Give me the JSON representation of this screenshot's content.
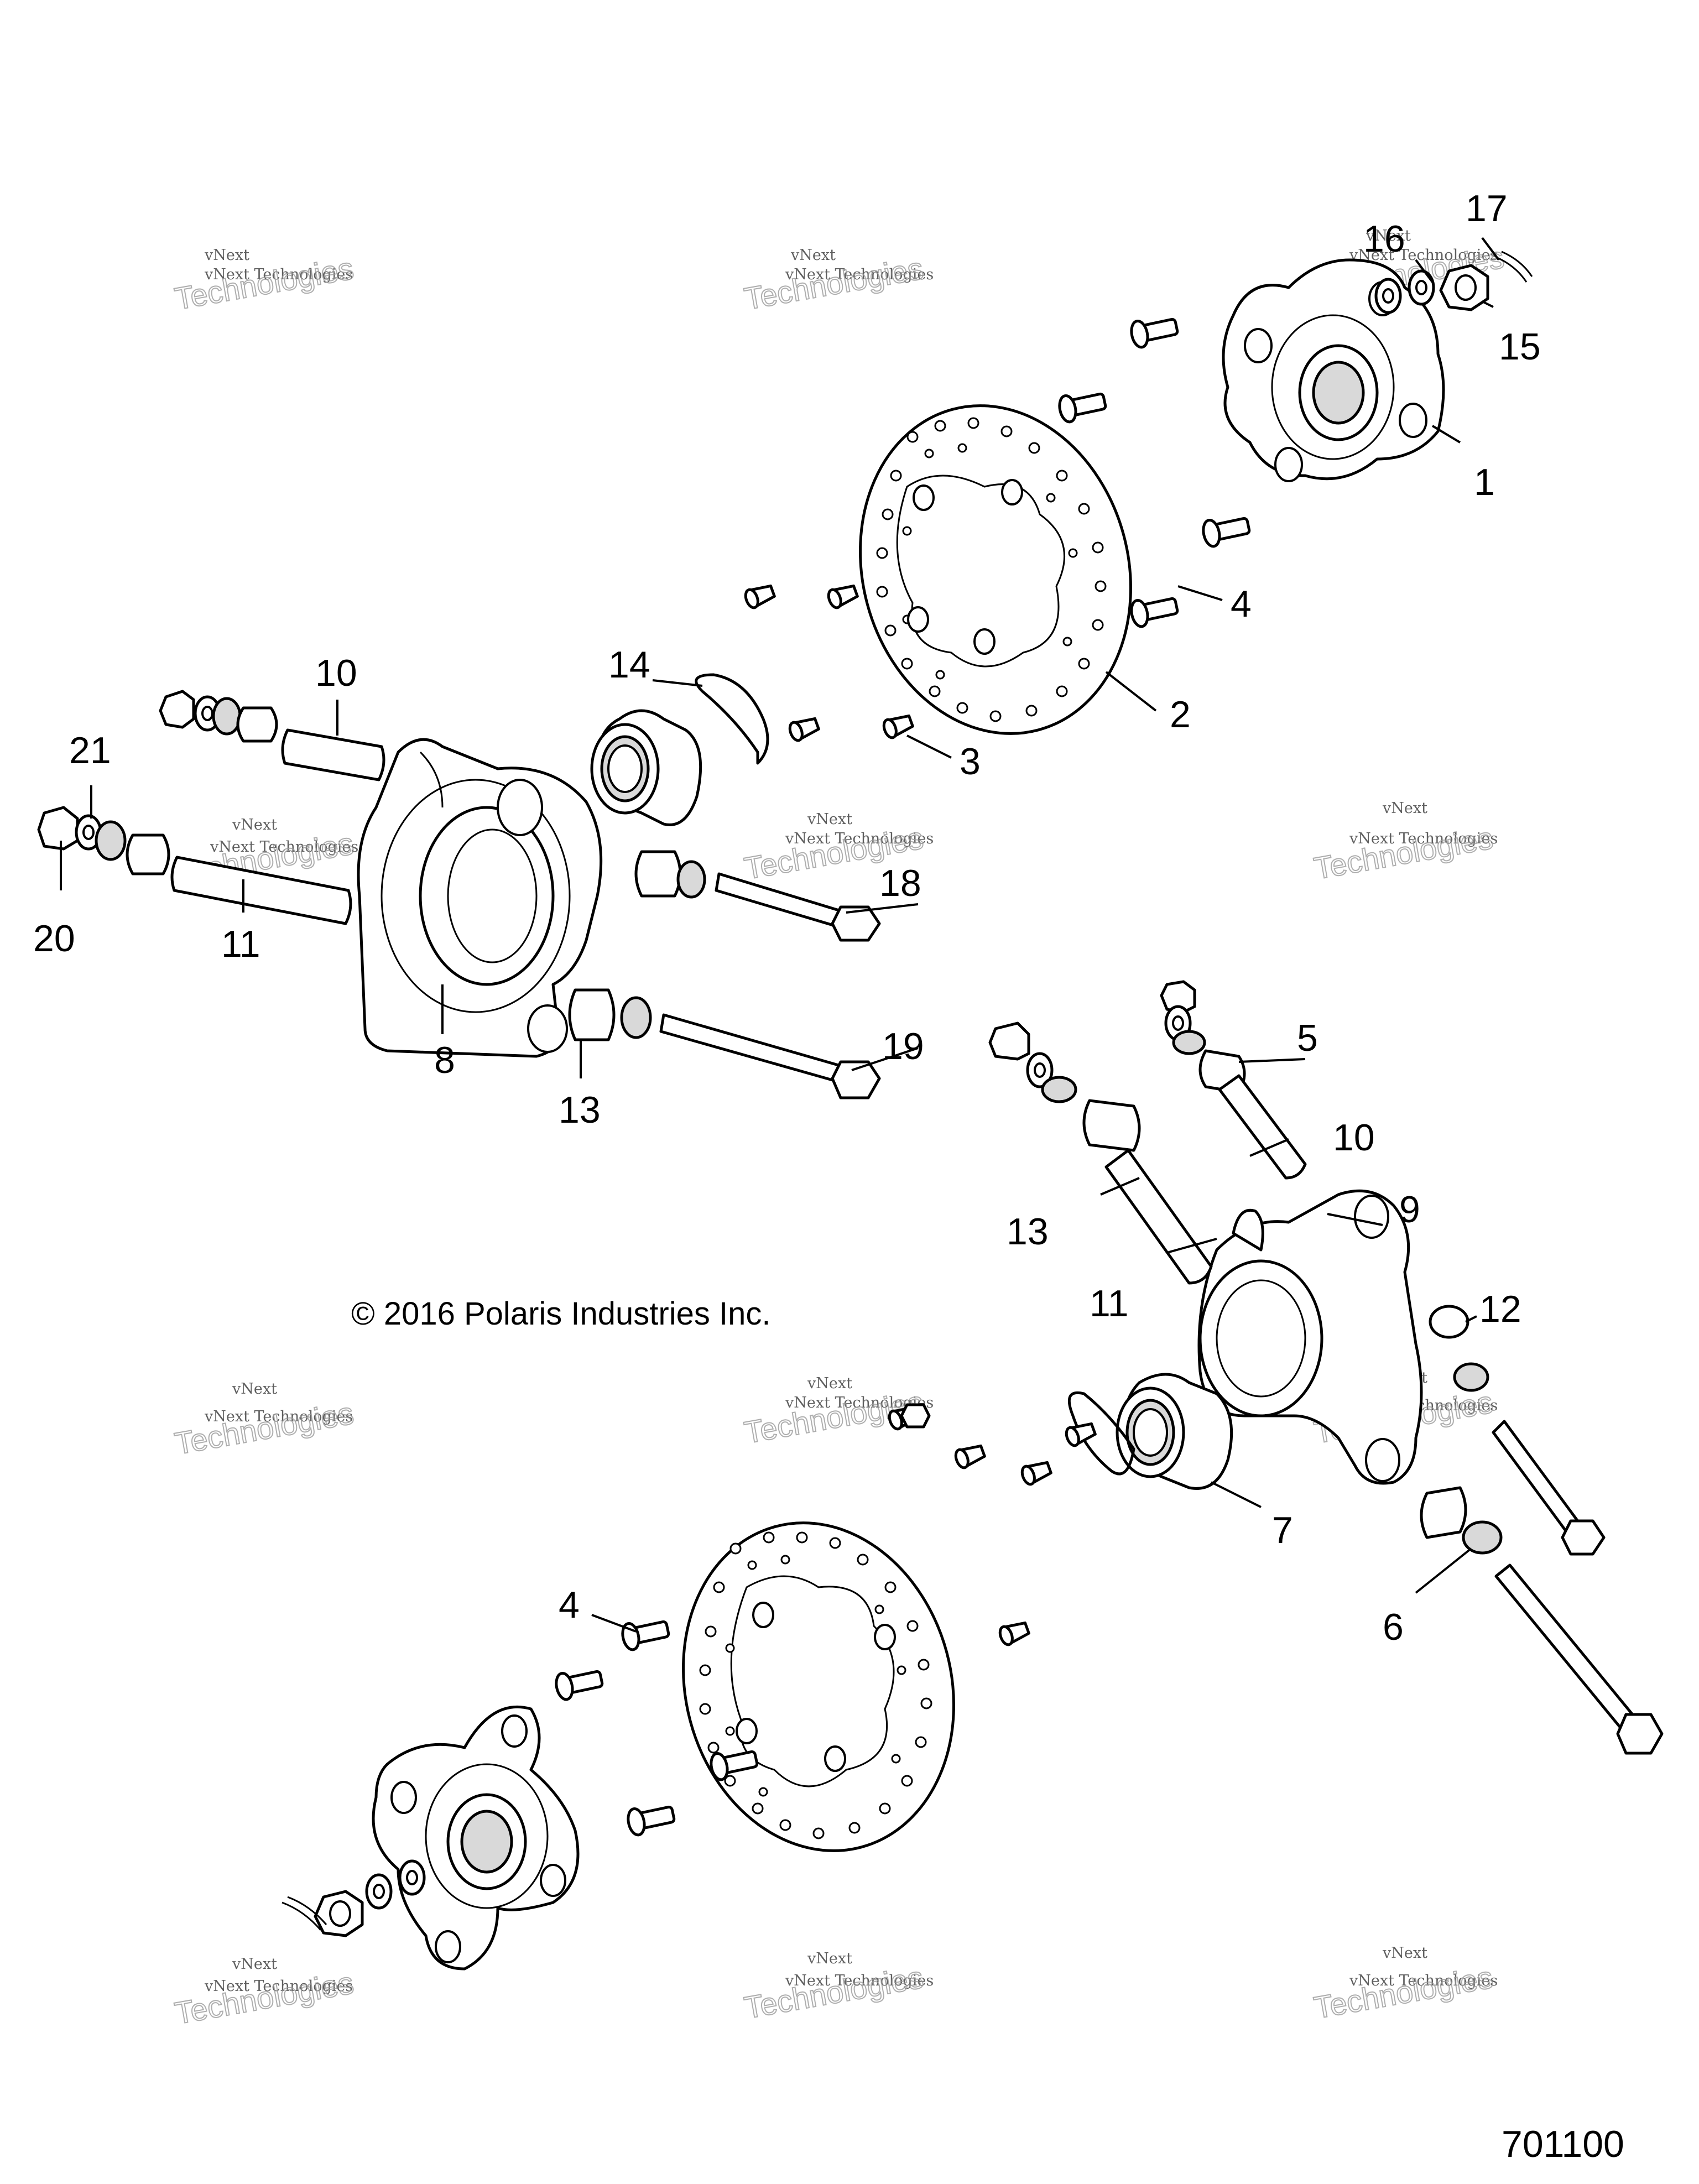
{
  "copyright": "© 2016 Polaris Industries Inc.",
  "figure_id": "701100",
  "watermark": {
    "brand": "vNext",
    "line": "vNext Technologies",
    "big": "Technologies"
  },
  "callouts": {
    "c1": "1",
    "c2": "2",
    "c3": "3",
    "c4_top": "4",
    "c4_bottom": "4",
    "c5": "5",
    "c6": "6",
    "c7": "7",
    "c8": "8",
    "c9": "9",
    "c10_left": "10",
    "c10_right": "10",
    "c11_left": "11",
    "c11_right": "11",
    "c12": "12",
    "c13_left": "13",
    "c13_right": "13",
    "c14": "14",
    "c15": "15",
    "c16": "16",
    "c17": "17",
    "c18": "18",
    "c19": "19",
    "c20": "20",
    "c21": "21"
  }
}
